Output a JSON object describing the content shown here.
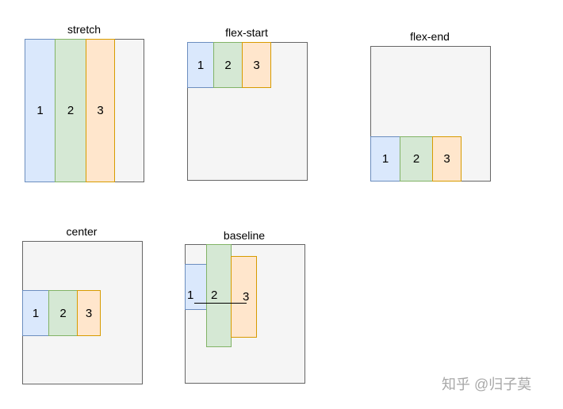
{
  "panels": [
    {
      "title": "stretch",
      "items": [
        "1",
        "2",
        "3"
      ]
    },
    {
      "title": "flex-start",
      "items": [
        "1",
        "2",
        "3"
      ]
    },
    {
      "title": "flex-end",
      "items": [
        "1",
        "2",
        "3"
      ]
    },
    {
      "title": "center",
      "items": [
        "1",
        "2",
        "3"
      ]
    },
    {
      "title": "baseline",
      "items": [
        "1",
        "2",
        "3"
      ]
    }
  ],
  "watermark": "知乎 @归子莫",
  "colors": {
    "item1_fill": "#dae8fc",
    "item1_border": "#6c8ebf",
    "item2_fill": "#d5e8d4",
    "item2_border": "#82b366",
    "item3_fill": "#ffe6cc",
    "item3_border": "#d79b00",
    "container_fill": "#f5f5f5",
    "container_border": "#666666"
  }
}
